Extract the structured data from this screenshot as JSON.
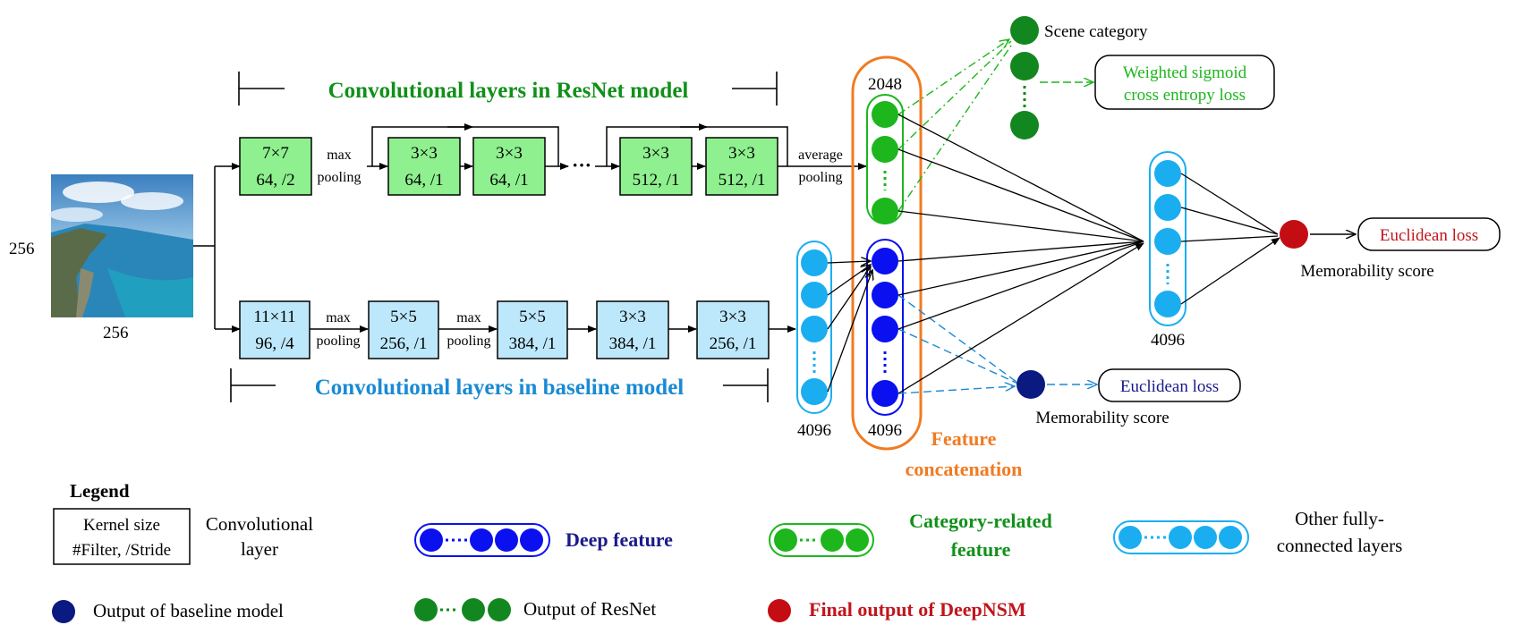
{
  "input": {
    "side_label": "256",
    "bottom_label": "256"
  },
  "resnet": {
    "title": "Convolutional layers in ResNet model",
    "boxes": [
      {
        "kernel": "7×7",
        "filter": "64, /2"
      },
      {
        "kernel": "3×3",
        "filter": "64, /1"
      },
      {
        "kernel": "3×3",
        "filter": "64, /1"
      },
      {
        "kernel": "3×3",
        "filter": "512, /1"
      },
      {
        "kernel": "3×3",
        "filter": "512, /1"
      }
    ],
    "maxpool_1": "max",
    "maxpool_2": "pooling",
    "avgpool_1": "average",
    "avgpool_2": "pooling",
    "ellipsis": "···"
  },
  "baseline": {
    "title": "Convolutional layers in baseline model",
    "boxes": [
      {
        "kernel": "11×11",
        "filter": "96, /4"
      },
      {
        "kernel": "5×5",
        "filter": "256, /1"
      },
      {
        "kernel": "5×5",
        "filter": "384, /1"
      },
      {
        "kernel": "3×3",
        "filter": "384, /1"
      },
      {
        "kernel": "3×3",
        "filter": "256, /1"
      }
    ],
    "pool_a_1": "max",
    "pool_a_2": "pooling",
    "pool_b_1": "max",
    "pool_b_2": "pooling"
  },
  "fc": {
    "baseline_fc_label": "4096",
    "deep_feature_label": "4096",
    "category_feature_label": "2048",
    "final_fc_label": "4096"
  },
  "feature_concat": {
    "line1": "Feature",
    "line2": "concatenation"
  },
  "outputs": {
    "scene_category": "Scene category",
    "sigmoid_loss_1": "Weighted sigmoid",
    "sigmoid_loss_2": "cross entropy loss",
    "baseline_score": "Memorability score",
    "baseline_loss": "Euclidean loss",
    "final_score": "Memorability score",
    "final_loss": "Euclidean loss"
  },
  "legend": {
    "title": "Legend",
    "conv_box_1": "Kernel size",
    "conv_box_2": "#Filter, /Stride",
    "conv_label_1": "Convolutional",
    "conv_label_2": "layer",
    "deep_feature": "Deep feature",
    "category_feature_1": "Category-related",
    "category_feature_2": "feature",
    "other_fc_1": "Other fully-",
    "other_fc_2": "connected layers",
    "baseline_output": "Output of baseline model",
    "resnet_output": "Output of ResNet",
    "final_output": "Final output of DeepNSM"
  },
  "colors": {
    "resnet_box": "#8ef08e",
    "baseline_box": "#bde8fb",
    "green_text": "#11901a",
    "blue_text": "#1a8ad4",
    "orange": "#f07b22",
    "deep_node": "#0a10f0",
    "category_node": "#1db61d",
    "cyan_node": "#1aaef0",
    "baseline_output_node": "#0a1a80",
    "resnet_output_node": "#13871f",
    "final_output_node": "#c40d12",
    "dark_blue_text": "#1a1a8c",
    "red_text": "#c1161d"
  }
}
